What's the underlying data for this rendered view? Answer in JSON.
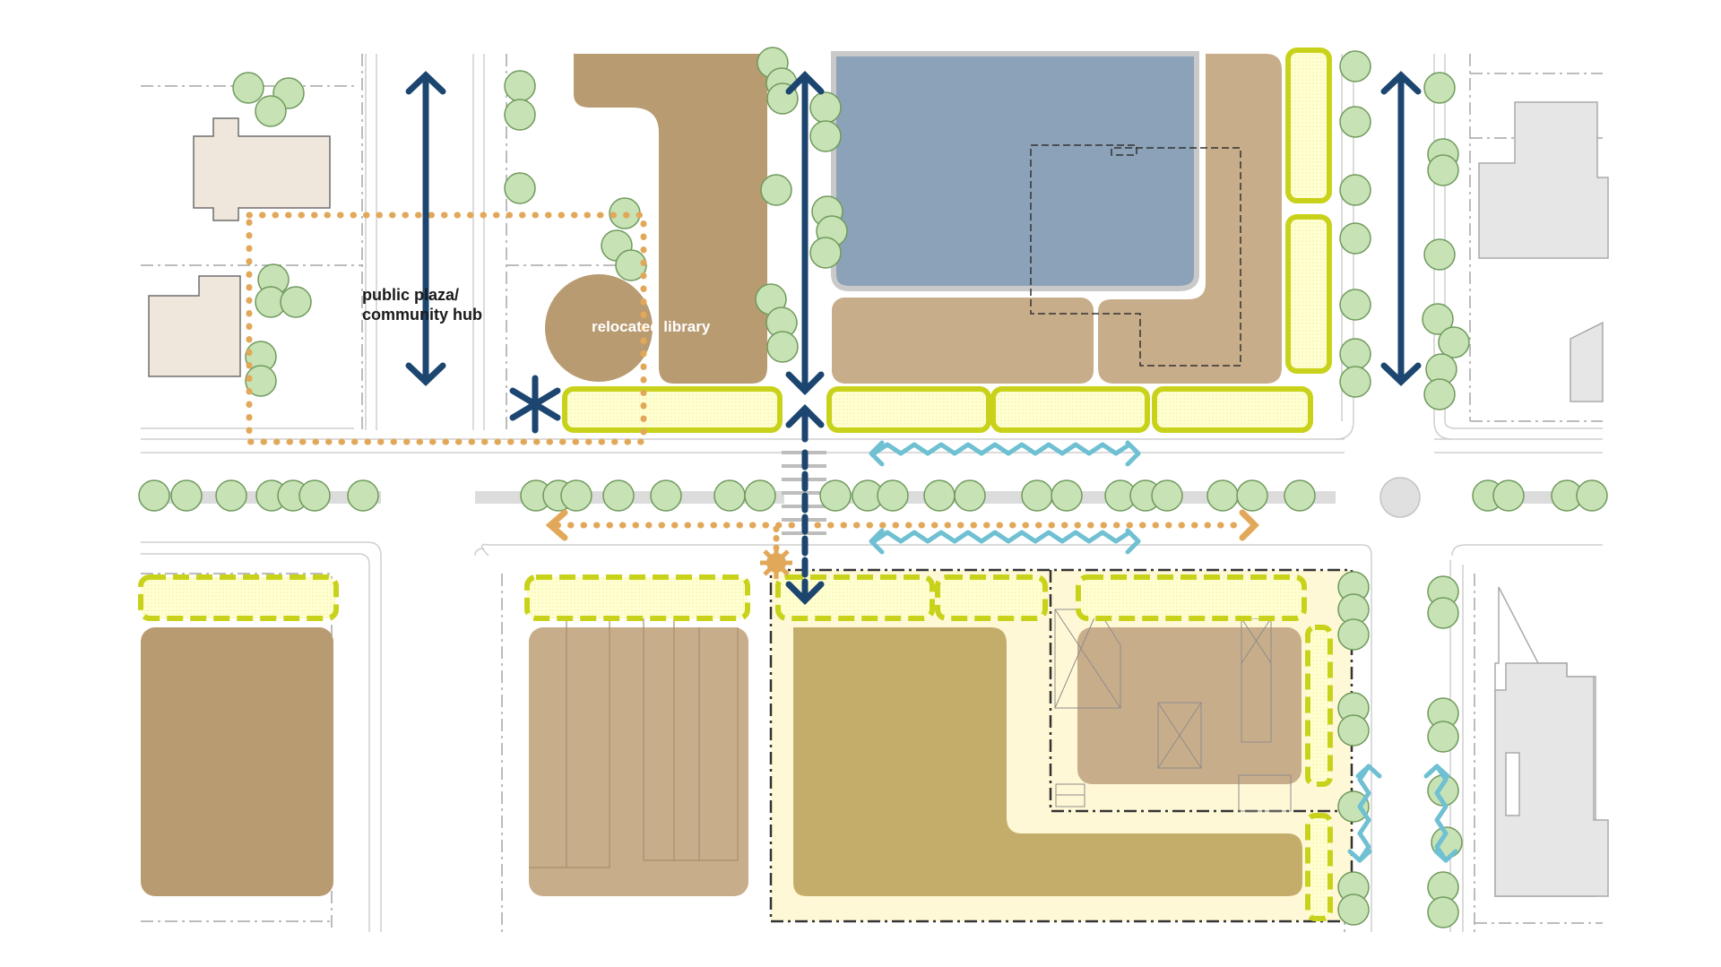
{
  "labels": {
    "plaza_line1": "public plaza/",
    "plaza_line2": "community hub",
    "library": "relocated library"
  },
  "colors": {
    "background": "#ffffff",
    "street_line": "#c8c8c8",
    "dashdot_line": "#9a9a9a",
    "building_tan": "#b99b72",
    "building_tan_light": "#c8ad8a",
    "building_olive": "#c4ad6a",
    "building_blue": "#8ba2b8",
    "existing_house": "#efe6dc",
    "existing_gray": "#e6e6e6",
    "tree_fill": "#c7e2b4",
    "tree_stroke": "#6f9a5c",
    "frontage_fill": "#ffffcc",
    "frontage_stroke": "#c9d21a",
    "site_fill": "#fff8d6",
    "orange_path": "#e2a85a",
    "navy_arrow": "#1c4670",
    "cyan_arrow": "#6fc0d2",
    "median": "#dddddd"
  },
  "icons": {
    "hub_marker": "asterisk-icon",
    "crossing_marker": "starburst-icon",
    "roundabout": "circle-icon"
  }
}
